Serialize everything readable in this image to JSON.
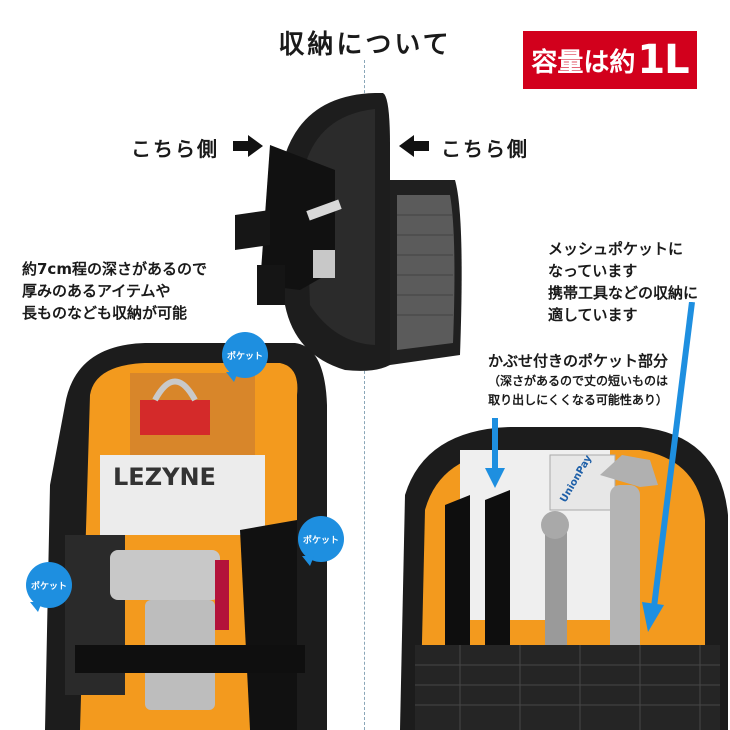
{
  "title": "収納について",
  "capacity_badge": {
    "prefix": "容量は約",
    "value": "1L"
  },
  "side_labels": {
    "left": "こちら側",
    "right": "こちら側"
  },
  "left_note": [
    "約7cm程の深さがあるので",
    "厚みのあるアイテムや",
    "長ものなども収納が可能"
  ],
  "right_note": [
    "メッシュポケットに",
    "なっています",
    "携帯工具などの収納に",
    "適しています"
  ],
  "flap_note": {
    "title": "かぶせ付きのポケット部分",
    "sub": [
      "（深さがあるので丈の短いものは",
      "取り出しにくくなる可能性あり）"
    ]
  },
  "pocket_bubbles": [
    "ポケット",
    "ポケット",
    "ポケット"
  ],
  "brand_text": "LEZYNE",
  "card_text": "UnionPay",
  "colors": {
    "badge_red": "#d2001c",
    "bubble_blue": "#1e8fe0",
    "arrow_blue": "#1e8fe0",
    "lining_orange": "#f39a1e"
  }
}
